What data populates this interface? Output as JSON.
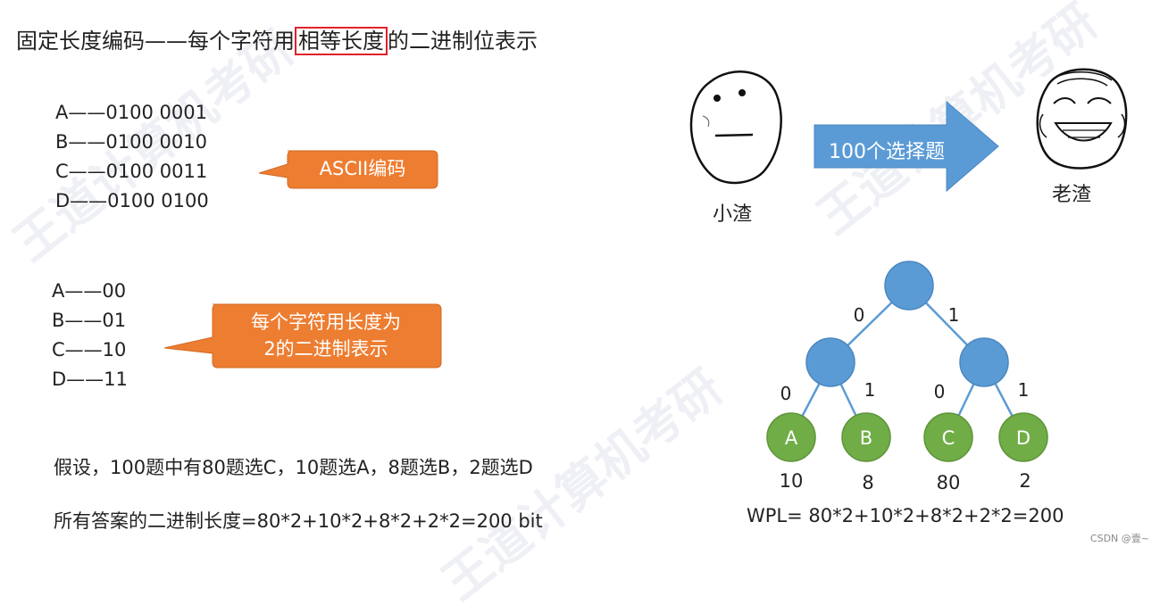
{
  "title": {
    "before": "固定长度编码——每个字符用",
    "highlight": "相等长度",
    "after": "的二进制位表示"
  },
  "ascii_codes": [
    "A——0100 0001",
    "B——0100 0010",
    "C——0100 0011",
    "D——0100 0100"
  ],
  "ascii_callout": "ASCII编码",
  "short_codes": [
    "A——00",
    "B——01",
    "C——10",
    "D——11"
  ],
  "short_callout": {
    "line1": "每个字符用长度为",
    "line2": "2的二进制表示"
  },
  "assumption": "假设，100题中有80题选C，10题选A，8题选B，2题选D",
  "total_length": "所有答案的二进制长度=80*2+10*2+8*2+2*2=200 bit",
  "comic": {
    "left_label": "小渣",
    "arrow_label": "100个选择题",
    "right_label": "老渣"
  },
  "tree": {
    "edges": {
      "root_left": "0",
      "root_right": "1",
      "l_a": "0",
      "l_b": "1",
      "r_c": "0",
      "r_d": "1"
    },
    "leaves": [
      {
        "label": "A",
        "weight": "10"
      },
      {
        "label": "B",
        "weight": "8"
      },
      {
        "label": "C",
        "weight": "80"
      },
      {
        "label": "D",
        "weight": "2"
      }
    ],
    "colors": {
      "internal": "#5b9bd5",
      "leaf": "#70ad47"
    }
  },
  "wpl": "WPL= 80*2+10*2+8*2+2*2=200",
  "colors": {
    "callout": "#ed7d31",
    "arrow": "#5b9bd5",
    "highlight_border": "#e0212a"
  },
  "watermark": "王道计算机考研",
  "credit": "CSDN @壹~"
}
